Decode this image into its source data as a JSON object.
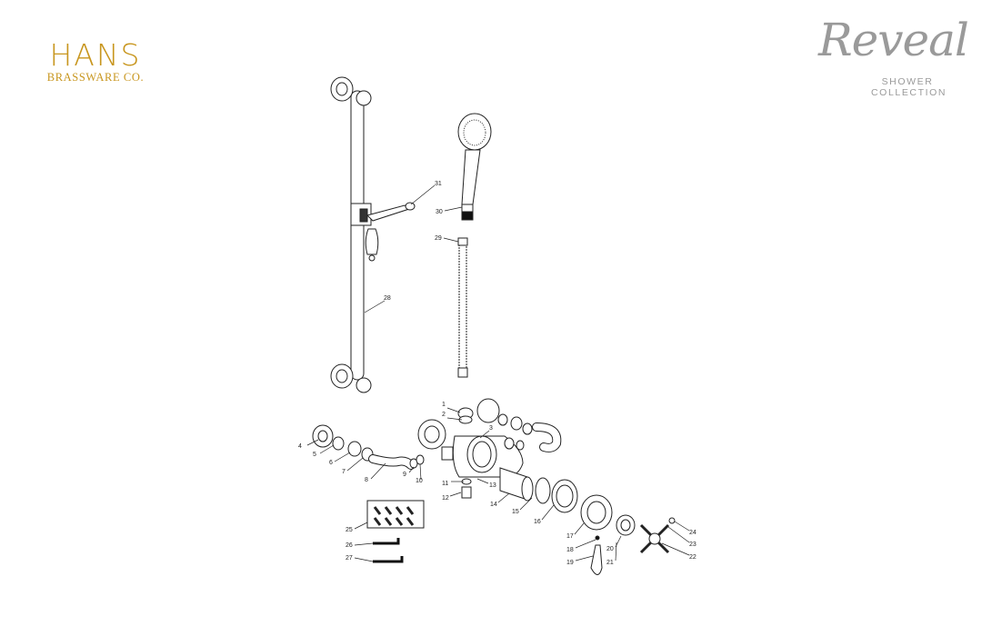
{
  "brand": {
    "hans_name": "HANS",
    "hans_tagline": "BRASSWARE CO.",
    "collection_script": "Reveal",
    "collection_line1": "SHOWER",
    "collection_line2": "COLLECTION"
  },
  "colors": {
    "brand_gold": "#c8961e",
    "logo_gray": "#9a9a9a",
    "line": "#222222"
  },
  "part_numbers": {
    "p1": "1",
    "p2": "2",
    "p3": "3",
    "p4": "4",
    "p5": "5",
    "p6": "6",
    "p7": "7",
    "p8": "8",
    "p9": "9",
    "p10": "10",
    "p11": "11",
    "p12": "12",
    "p13": "13",
    "p14": "14",
    "p15": "15",
    "p16": "16",
    "p17": "17",
    "p18": "18",
    "p19": "19",
    "p20": "20",
    "p21": "21",
    "p22": "22",
    "p23": "23",
    "p24": "24",
    "p25": "25",
    "p26": "26",
    "p27": "27",
    "p28": "28",
    "p29": "29",
    "p30": "30",
    "p31": "31"
  }
}
